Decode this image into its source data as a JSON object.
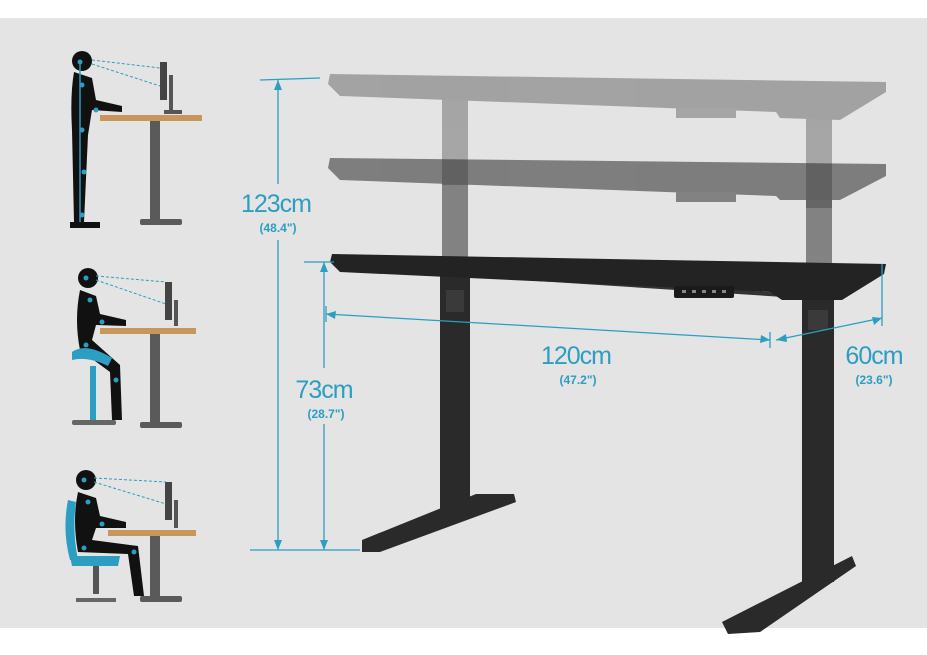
{
  "colors": {
    "background": "#e4e4e4",
    "accent": "#2b9ec2",
    "frame": "#2a2a2a",
    "wood": "#c8965a"
  },
  "dimensions": {
    "max_height": {
      "value": "123cm",
      "imperial": "(48.4\")"
    },
    "min_height": {
      "value": "73cm",
      "imperial": "(28.7\")"
    },
    "width": {
      "value": "120cm",
      "imperial": "(47.2\")"
    },
    "depth": {
      "value": "60cm",
      "imperial": "(23.6\")"
    }
  },
  "postures": {
    "items": [
      {
        "icon": "standing-figure-icon"
      },
      {
        "icon": "saddle-seat-figure-icon"
      },
      {
        "icon": "office-chair-figure-icon"
      }
    ]
  }
}
